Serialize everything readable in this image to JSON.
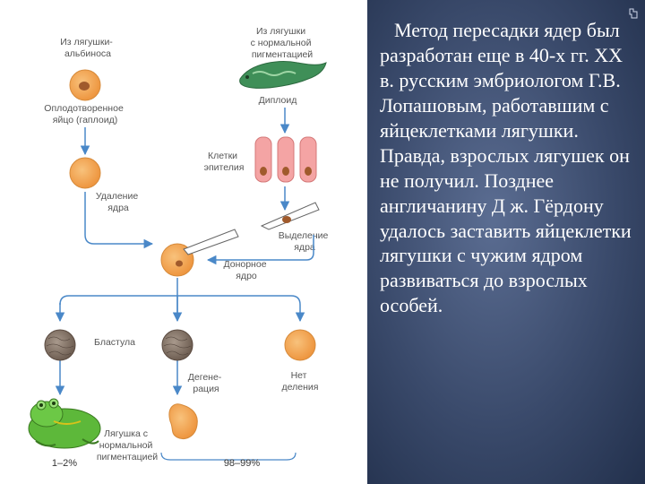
{
  "diagram": {
    "labels": {
      "albino_source": [
        "Из лягушки-",
        "альбиноса"
      ],
      "normal_source": [
        "Из лягушки",
        "с нормальной",
        "пигментацией"
      ],
      "fertilized_egg": [
        "Оплодотворенное",
        "яйцо (гаплоид)"
      ],
      "diploid": "Диплоид",
      "epithelial_cells": [
        "Клетки",
        "эпителия"
      ],
      "nucleus_removal": [
        "Удаление",
        "ядра"
      ],
      "nucleus_isolation": [
        "Выделение",
        "ядра"
      ],
      "donor_nucleus": [
        "Донорное",
        "ядро"
      ],
      "blastula": "Бластула",
      "degeneration": [
        "Дегене-",
        "рация"
      ],
      "no_division": [
        "Нет",
        "деления"
      ],
      "normal_frog": [
        "Лягушка с",
        "нормальной",
        "пигментацией"
      ]
    },
    "percentages": {
      "success": "1–2%",
      "failure": "98–99%"
    },
    "colors": {
      "egg_fill": "#f2a255",
      "nucleus_fill": "#a05a2c",
      "arrow": "#4a88c8",
      "tadpole": "#3f8f58",
      "epithelial_cell": "#f4a4a4",
      "blastula": "#8c7a6c",
      "frog": "#5db83a"
    }
  },
  "slide_text": "Метод пересадки ядер был разработан еще в 40-х гг. XX в. русским эмбриологом Г.В. Лопашовым, работавшим с яйцеклетками лягушки. Правда, взрослых лягушек он не получил. Позднее англичанину Д ж. Гёрдону удалось заставить яйцеклетки лягушки с чужим ядром развиваться до взрослых особей."
}
